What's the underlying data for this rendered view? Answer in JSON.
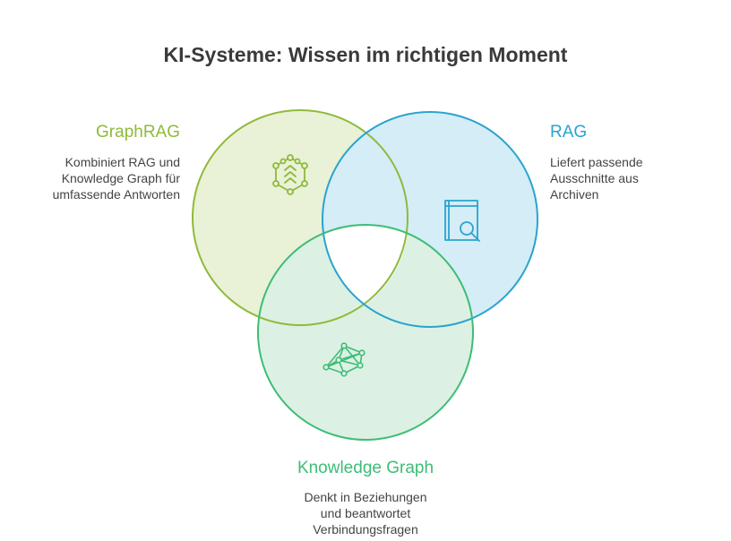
{
  "title": "KI-Systeme: Wissen im richtigen Moment",
  "circles": {
    "graphrag": {
      "label": "GraphRAG",
      "description_lines": [
        "Kombiniert RAG und",
        "Knowledge Graph für",
        "umfassende Antworten"
      ],
      "color": "#8fba3b",
      "fill": "#e9f1d6",
      "icon": "layers-network-icon"
    },
    "rag": {
      "label": "RAG",
      "description_lines": [
        "Liefert passende",
        "Ausschnitte aus",
        "Archiven"
      ],
      "color": "#2aa3cf",
      "fill": "#d4edf7",
      "icon": "book-search-icon"
    },
    "knowledge_graph": {
      "label": "Knowledge Graph",
      "description_lines": [
        "Denkt in Beziehungen",
        "und beantwortet",
        "Verbindungsfragen"
      ],
      "color": "#3dbd76",
      "fill": "#dcf1e3",
      "icon": "graph-network-icon"
    }
  }
}
